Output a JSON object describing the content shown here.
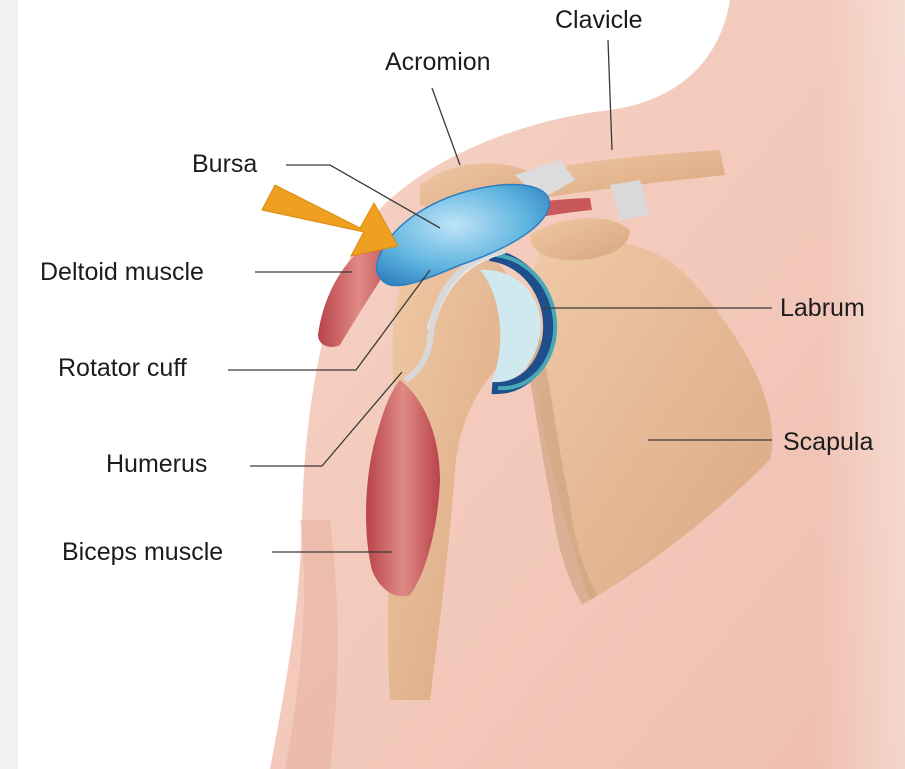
{
  "labels": {
    "clavicle": "Clavicle",
    "acromion": "Acromion",
    "bursa": "Bursa",
    "deltoid": "Deltoid muscle",
    "labrum": "Labrum",
    "rotator_cuff": "Rotator cuff",
    "scapula": "Scapula",
    "humerus": "Humerus",
    "biceps": "Biceps muscle"
  },
  "colors": {
    "background": "#f1f1f1",
    "canvas": "#ffffff",
    "skin": "#f2c9bd",
    "bone": "#e2b48f",
    "muscle": "#c9585a",
    "bursa": "#5fb4e0",
    "labrum": "#1f4e8c",
    "arrow": "#f0a020",
    "leader_line": "#3a3a3a"
  }
}
